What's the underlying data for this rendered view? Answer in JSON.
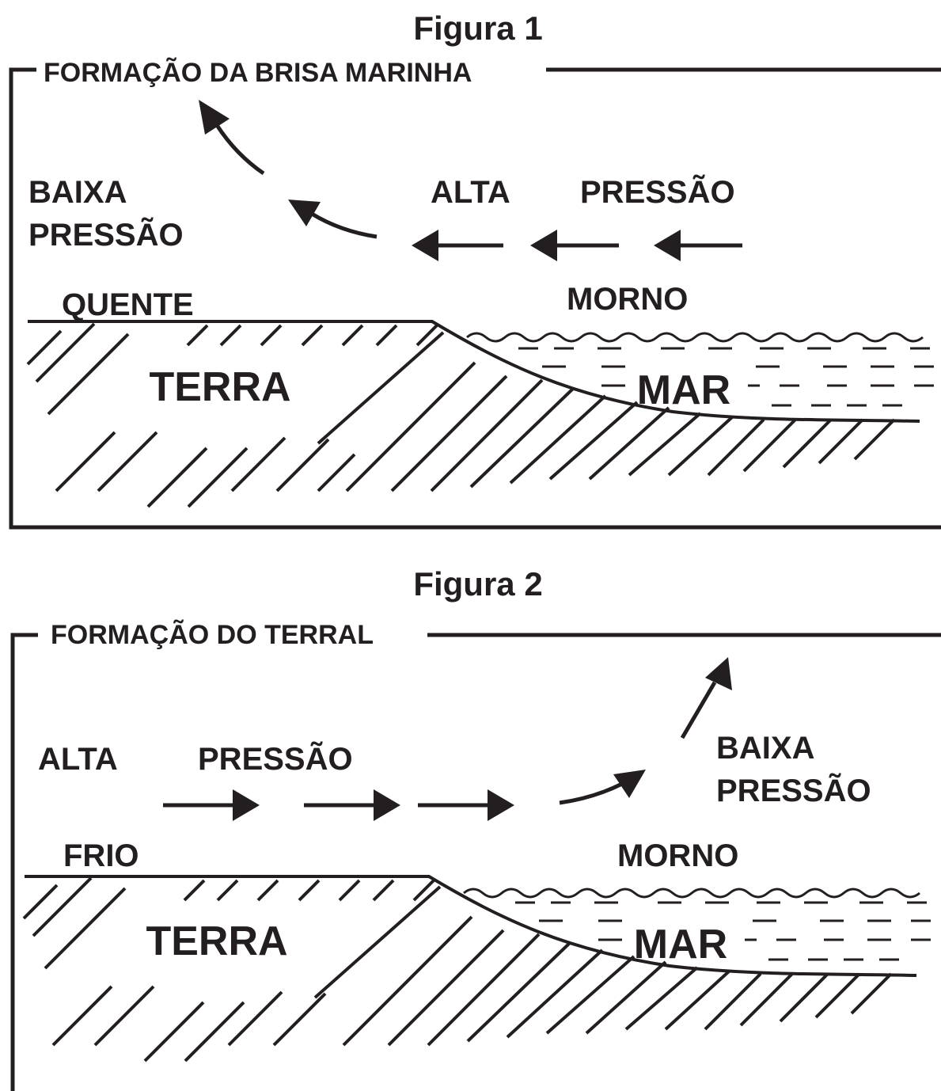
{
  "figure1": {
    "heading": "Figura 1",
    "title": "FORMAÇÃO DA BRISA MARINHA",
    "low_pressure_line1": "BAIXA",
    "low_pressure_line2": "PRESSÃO",
    "high_pressure_word1": "ALTA",
    "high_pressure_word2": "PRESSÃO",
    "land_temp": "QUENTE",
    "sea_temp": "MORNO",
    "land_label": "TERRA",
    "sea_label": "MAR"
  },
  "figure2": {
    "heading": "Figura 2",
    "title": "FORMAÇÃO DO  TERRAL",
    "high_pressure_word1": "ALTA",
    "high_pressure_word2": "PRESSÃO",
    "low_pressure_line1": "BAIXA",
    "low_pressure_line2": "PRESSÃO",
    "land_temp": "FRIO",
    "sea_temp": "MORNO",
    "land_label": "TERRA",
    "sea_label": "MAR"
  },
  "colors": {
    "ink": "#231f20",
    "background": "#ffffff"
  }
}
